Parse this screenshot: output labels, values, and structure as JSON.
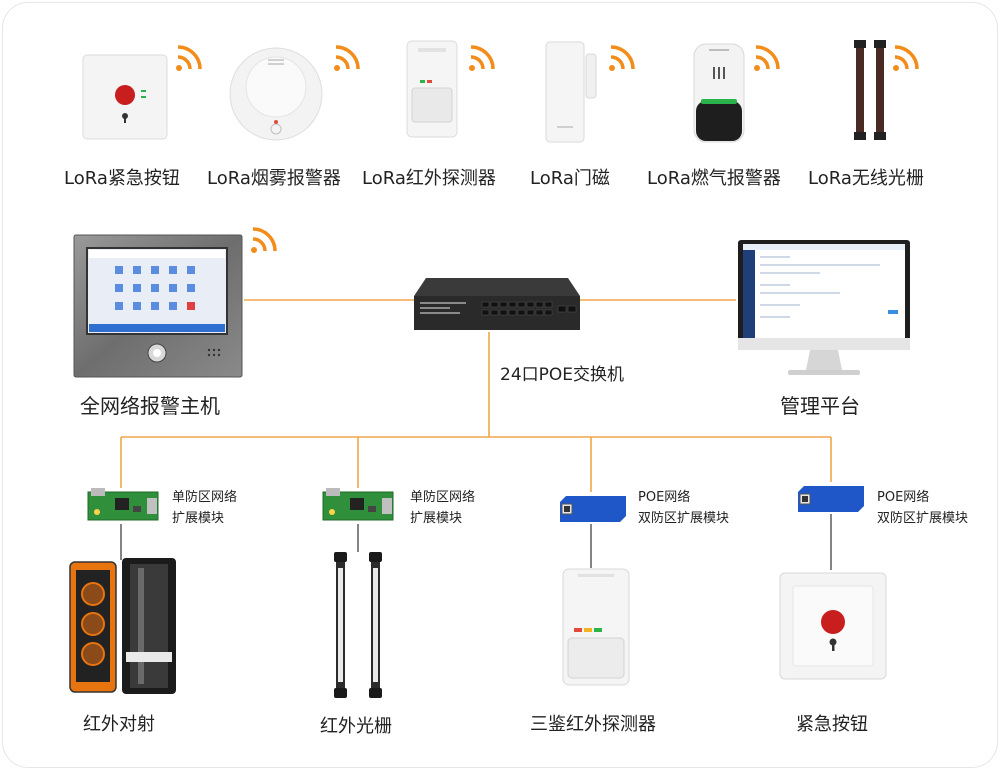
{
  "lora_devices": [
    {
      "label": "LoRa紧急按钮",
      "icon": "panic-button-icon"
    },
    {
      "label": "LoRa烟雾报警器",
      "icon": "smoke-detector-icon"
    },
    {
      "label": "LoRa红外探测器",
      "icon": "pir-detector-icon"
    },
    {
      "label": "LoRa门磁",
      "icon": "door-contact-icon"
    },
    {
      "label": "LoRa燃气报警器",
      "icon": "gas-detector-icon"
    },
    {
      "label": "LoRa无线光栅",
      "icon": "wireless-light-curtain-icon"
    }
  ],
  "host": {
    "label": "全网络报警主机"
  },
  "switch": {
    "label": "24口POE交换机"
  },
  "platform": {
    "label": "管理平台"
  },
  "modules": [
    {
      "line1": "单防区网络",
      "line2": "扩展模块"
    },
    {
      "line1": "单防区网络",
      "line2": "扩展模块"
    },
    {
      "line1": "POE网络",
      "line2": "双防区扩展模块"
    },
    {
      "line1": "POE网络",
      "line2": "双防区扩展模块"
    }
  ],
  "endpoints": [
    {
      "label": "红外对射"
    },
    {
      "label": "红外光栅"
    },
    {
      "label": "三鉴红外探测器"
    },
    {
      "label": "紧急按钮"
    }
  ],
  "colors": {
    "wire": "#f0a54a",
    "wifi": "#f28c1a"
  }
}
